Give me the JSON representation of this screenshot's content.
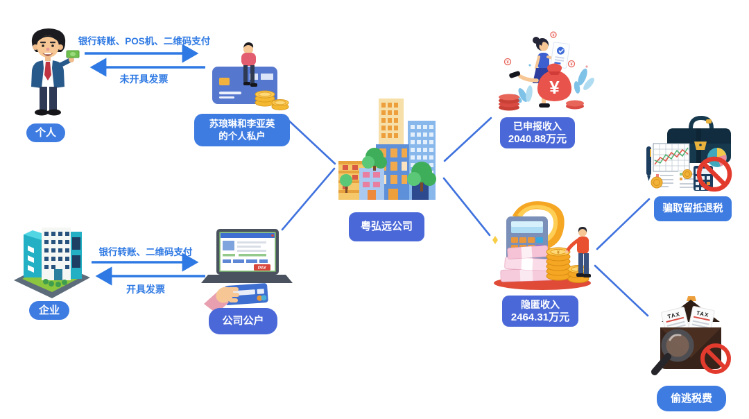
{
  "diagram_title": "tax-evasion-flow-diagram",
  "colors": {
    "pill_blue": "#3E7CE2",
    "box_blue": "#4A68D8",
    "flow_text_blue": "#2E79E3",
    "connector_blue": "#3F72DE",
    "prohibition_red": "#E23B2E",
    "money_bag_red": "#E8544B",
    "coin_gold": "#F5A623"
  },
  "nodes": {
    "individual": {
      "label": "个人"
    },
    "personal_account": {
      "line1": "苏琅琳和李亚英",
      "line2": "的个人私户"
    },
    "enterprise": {
      "label": "企业"
    },
    "company_account": {
      "label": "公司公户"
    },
    "company": {
      "label": "粤弘远公司"
    },
    "declared_income": {
      "line1": "已申报收入",
      "line2": "2040.88万元"
    },
    "hidden_income": {
      "line1": "隐匿收入",
      "line2": "2464.31万元"
    },
    "refund_fraud": {
      "label": "骗取留抵退税"
    },
    "tax_evasion": {
      "label": "偷逃税费"
    }
  },
  "flows": {
    "individual_to_personal_account": "银行转账、POS机、二维码支付",
    "personal_account_to_individual": "未开具发票",
    "enterprise_to_company_account": "银行转账、二维码支付",
    "company_account_to_enterprise": "开具发票"
  },
  "illustration_text": {
    "pay_button": "PAY",
    "tax_doc": "TAX",
    "yuan_symbol": "¥"
  }
}
